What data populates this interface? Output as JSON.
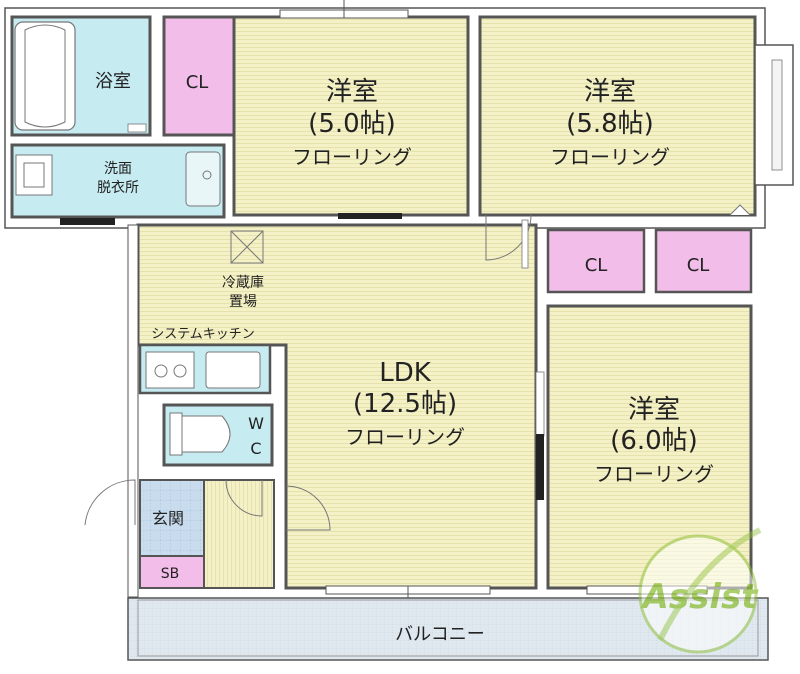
{
  "rooms": {
    "bath": {
      "label": "浴室"
    },
    "cl_top": {
      "label": "CL"
    },
    "west_room": {
      "label": "洋室",
      "size": "(5.0帖)",
      "floor": "フローリング"
    },
    "east_room": {
      "label": "洋室",
      "size": "(5.8帖)",
      "floor": "フローリング"
    },
    "washroom": {
      "line1": "洗面",
      "line2": "脱衣所"
    },
    "cl_mid_left": {
      "label": "CL"
    },
    "cl_mid_right": {
      "label": "CL"
    },
    "fridge": {
      "line1": "冷蔵庫",
      "line2": "置場"
    },
    "kitchen": {
      "label": "システムキッチン"
    },
    "ldk": {
      "label": "LDK",
      "size": "(12.5帖)",
      "floor": "フローリング"
    },
    "south_room": {
      "label": "洋室",
      "size": "(6.0帖)",
      "floor": "フローリング"
    },
    "wc": {
      "line1": "W",
      "line2": "C"
    },
    "entrance": {
      "label": "玄関"
    },
    "sb": {
      "label": "SB"
    },
    "balcony": {
      "label": "バルコニー"
    }
  },
  "watermark": {
    "text": "Assist"
  },
  "colors": {
    "floor": "#f4f1c6",
    "floor_line": "#e3e0a5",
    "wet": "#c6ebf1",
    "closet": "#f3bde9",
    "wall": "#555555",
    "entrance": "#c8dcee",
    "balcony": "#dfe8ee",
    "watermark_green": "#8fbf3a"
  }
}
